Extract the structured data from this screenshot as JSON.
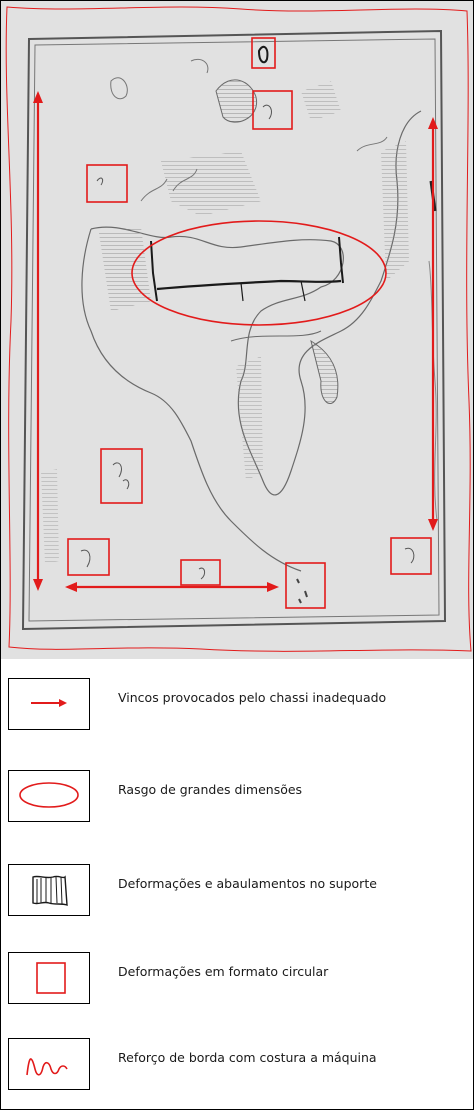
{
  "colors": {
    "annotation_red": "#e21b1b",
    "paper": "#e1e1e1",
    "pencil": "#6a6a6a",
    "ink_dark": "#1a1a1a"
  },
  "figure": {
    "description_icon": "map-drawing-with-damage-annotations"
  },
  "legend": {
    "items": [
      {
        "icon": "arrow-right-icon",
        "label": "Vincos provocados pelo chassi inadequado"
      },
      {
        "icon": "ellipse-icon",
        "label": "Rasgo de grandes dimensões"
      },
      {
        "icon": "hatched-deformation-icon",
        "label": "Deformações e abaulamentos no suporte"
      },
      {
        "icon": "square-outline-icon",
        "label": "Deformações em formato circular"
      },
      {
        "icon": "stitch-wave-icon",
        "label": "Reforço de borda com costura a máquina"
      }
    ]
  }
}
